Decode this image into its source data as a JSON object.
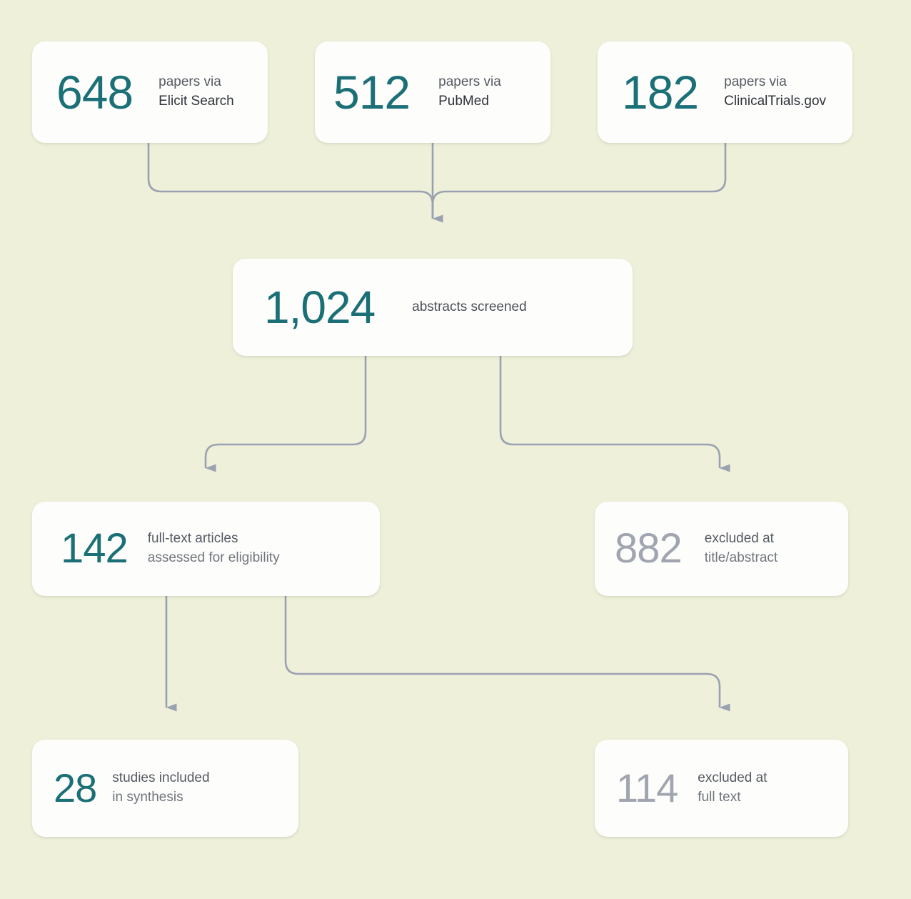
{
  "diagram": {
    "type": "prisma-flow",
    "background_color": "#eef0da",
    "card_color": "#fdfdfb",
    "accent_teal": "#1b6f76",
    "muted_gray": "#a0a5b0",
    "connector_color": "#9aa1b0"
  },
  "nodes": {
    "source_elicit": {
      "count": "648",
      "label_line1": "papers via",
      "label_line2": "Elicit Search",
      "number_color": "#1b6f76"
    },
    "source_pubmed": {
      "count": "512",
      "label_line1": "papers via",
      "label_line2": "PubMed",
      "number_color": "#1b6f76"
    },
    "source_clinicaltrials": {
      "count": "182",
      "label_line1": "papers via",
      "label_line2": "ClinicalTrials.gov",
      "number_color": "#1b6f76"
    },
    "screened": {
      "count": "1,024",
      "label": "abstracts screened",
      "number_color": "#1b6f76"
    },
    "fulltext_assessed": {
      "count": "142",
      "label_line1": "full-text articles",
      "label_line2": "assessed for eligibility",
      "number_color": "#1b6f76"
    },
    "excluded_title_abstract": {
      "count": "882",
      "label_line1": "excluded at",
      "label_line2": "title/abstract",
      "number_color": "#a0a5b0"
    },
    "included_synthesis": {
      "count": "28",
      "label_line1": "studies included",
      "label_line2": "in synthesis",
      "number_color": "#1b6f76"
    },
    "excluded_full_text": {
      "count": "114",
      "label_line1": "excluded at",
      "label_line2": "full text",
      "number_color": "#a0a5b0"
    }
  },
  "edges": [
    {
      "from": "source_elicit",
      "to": "screened"
    },
    {
      "from": "source_pubmed",
      "to": "screened"
    },
    {
      "from": "source_clinicaltrials",
      "to": "screened"
    },
    {
      "from": "screened",
      "to": "fulltext_assessed"
    },
    {
      "from": "screened",
      "to": "excluded_title_abstract"
    },
    {
      "from": "fulltext_assessed",
      "to": "included_synthesis"
    },
    {
      "from": "fulltext_assessed",
      "to": "excluded_full_text"
    }
  ]
}
